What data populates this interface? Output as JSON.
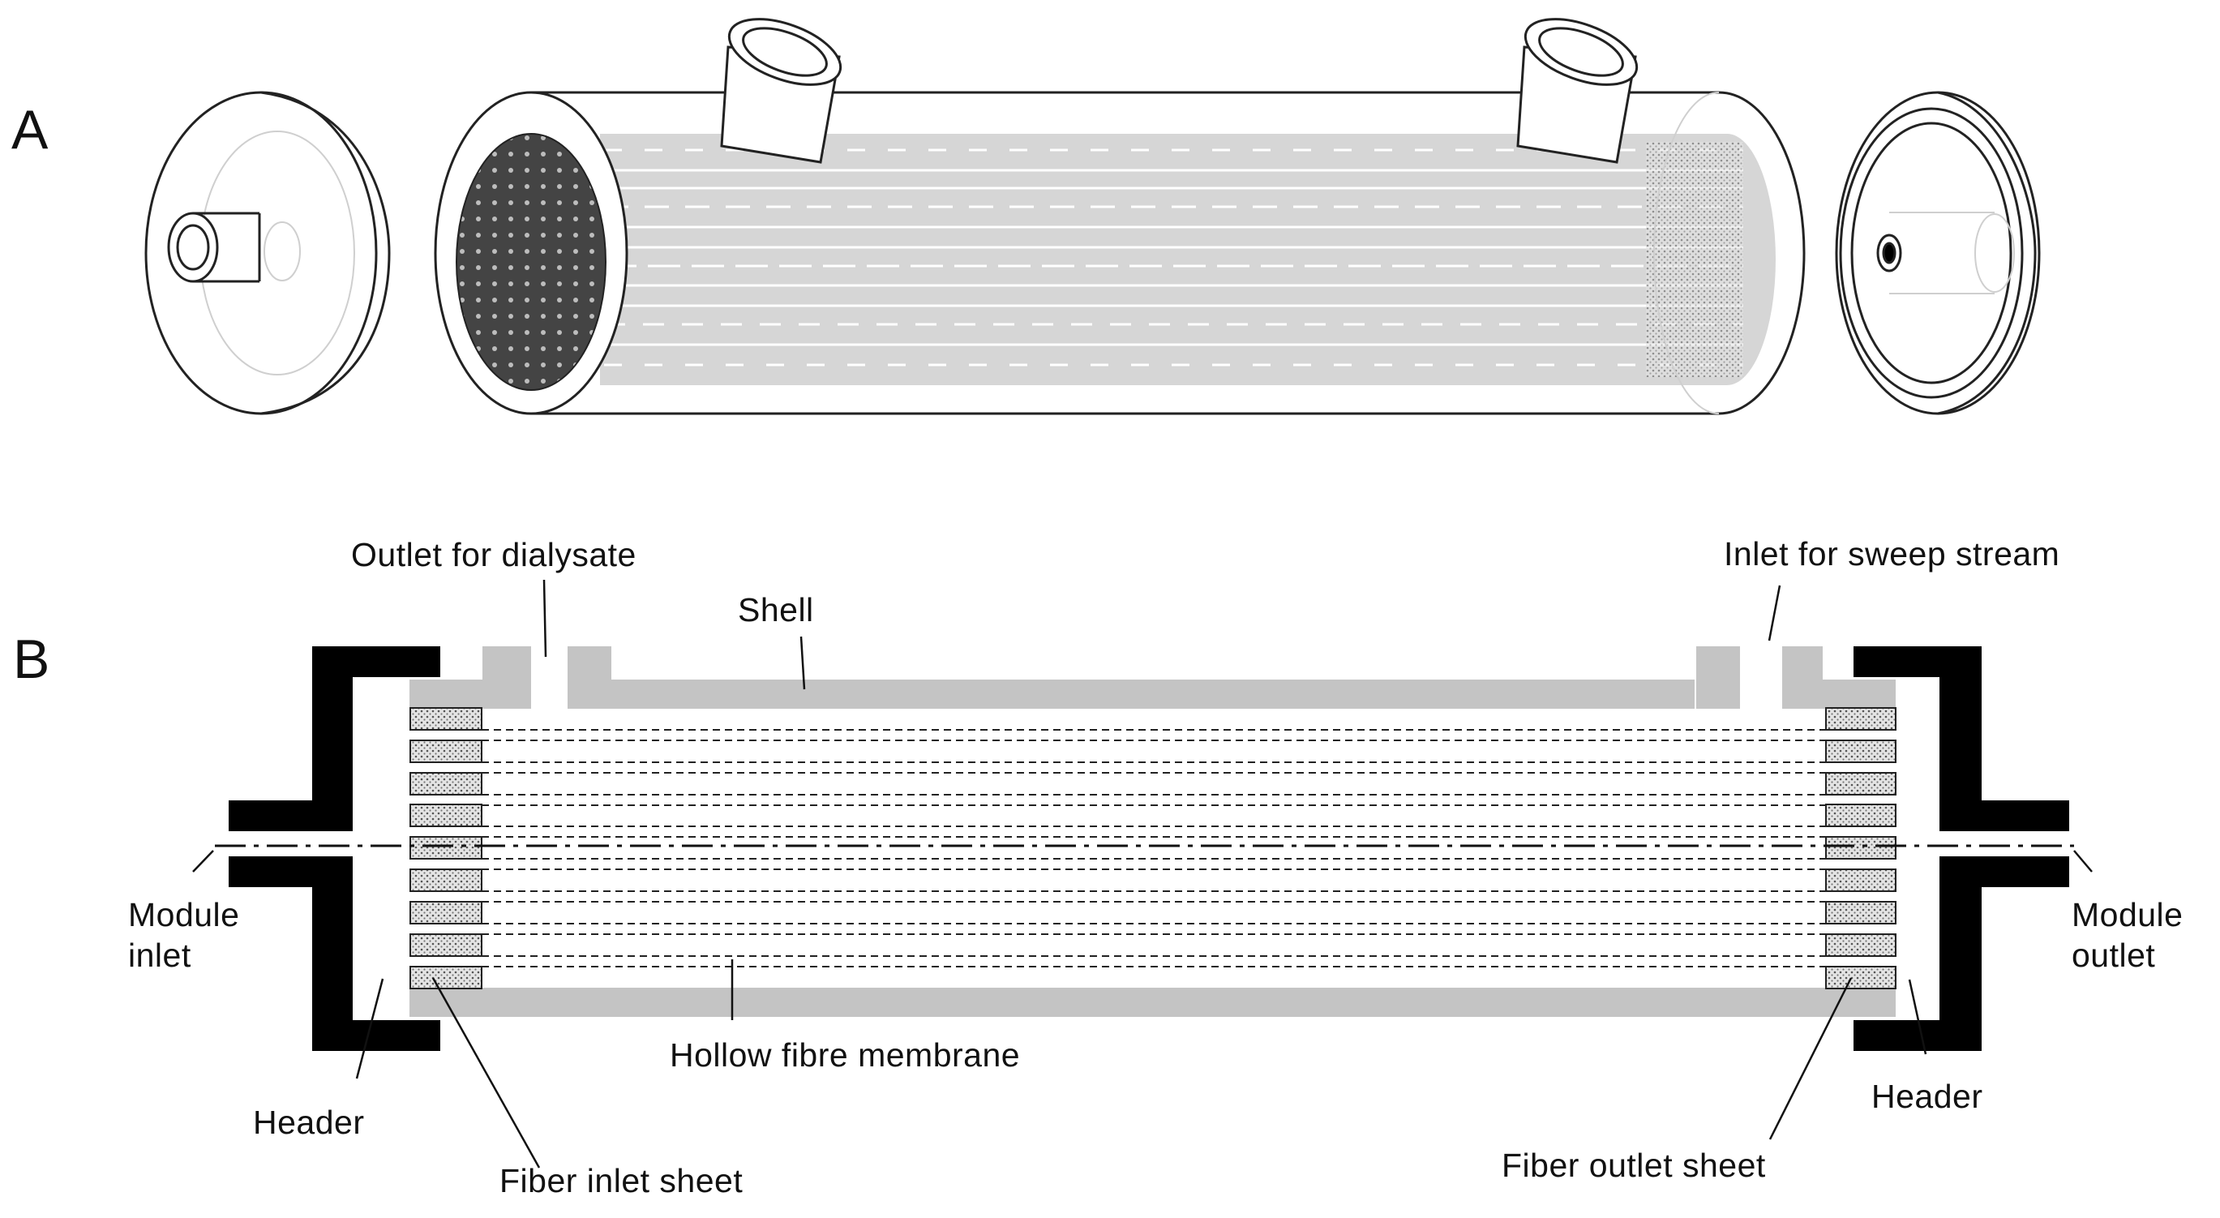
{
  "panels": {
    "a": {
      "letter": "A"
    },
    "b": {
      "letter": "B"
    }
  },
  "labels": {
    "outlet_dialysate": "Outlet for dialysate",
    "inlet_sweep": "Inlet for sweep stream",
    "shell": "Shell",
    "module_inlet_1": "Module",
    "module_inlet_2": "inlet",
    "module_outlet_1": "Module",
    "module_outlet_2": "outlet",
    "header_left": "Header",
    "header_right": "Header",
    "hollow_fibre": "Hollow fibre membrane",
    "fiber_inlet_sheet": "Fiber inlet sheet",
    "fiber_outlet_sheet": "Fiber outlet sheet"
  },
  "colors": {
    "line": "#222222",
    "shell_gray": "#c4c4c4",
    "fiber_gray": "#d3d3d3",
    "header_black": "#000000",
    "face_dark": "#4a4a4a",
    "sheet_fill": "#dedede"
  }
}
